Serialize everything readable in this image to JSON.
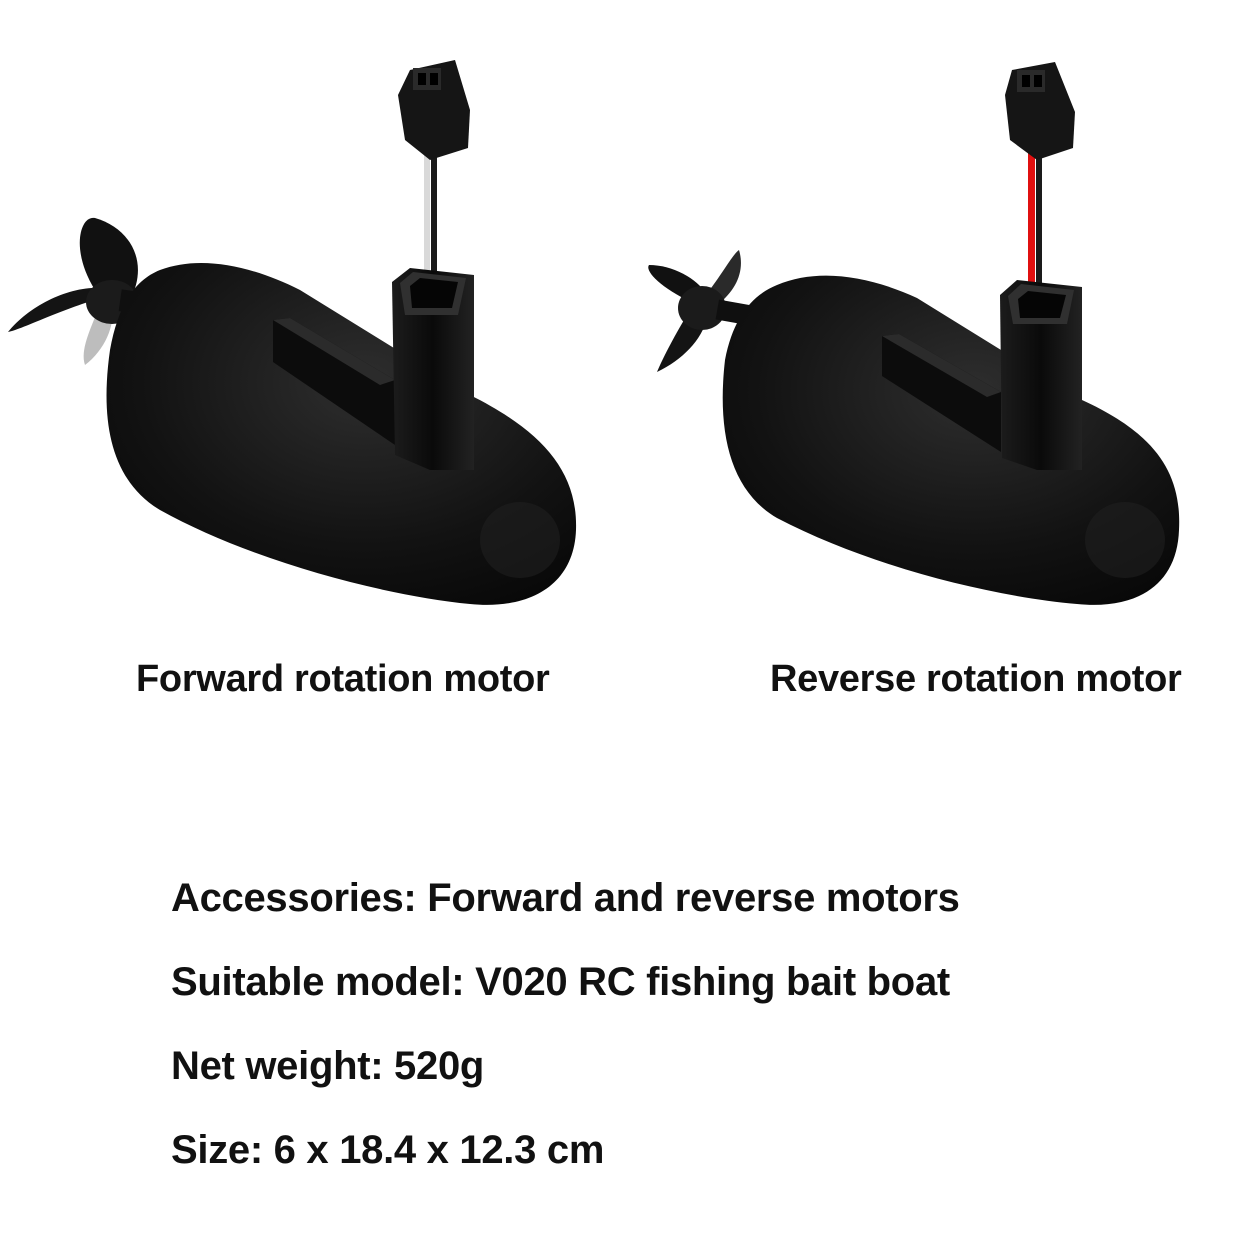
{
  "products": [
    {
      "caption": "Forward rotation motor",
      "image_icon": "forward-motor-illustration",
      "wire_colors": [
        "#d9d9d9",
        "#1a1a1a"
      ]
    },
    {
      "caption": "Reverse rotation motor",
      "image_icon": "reverse-motor-illustration",
      "wire_colors": [
        "#e01010",
        "#1a1a1a"
      ]
    }
  ],
  "specs": [
    "Accessories: Forward and reverse motors",
    "Suitable model: V020 RC fishing bait boat",
    "Net weight: 520g",
    "Size: 6 x 18.4 x 12.3 cm"
  ]
}
